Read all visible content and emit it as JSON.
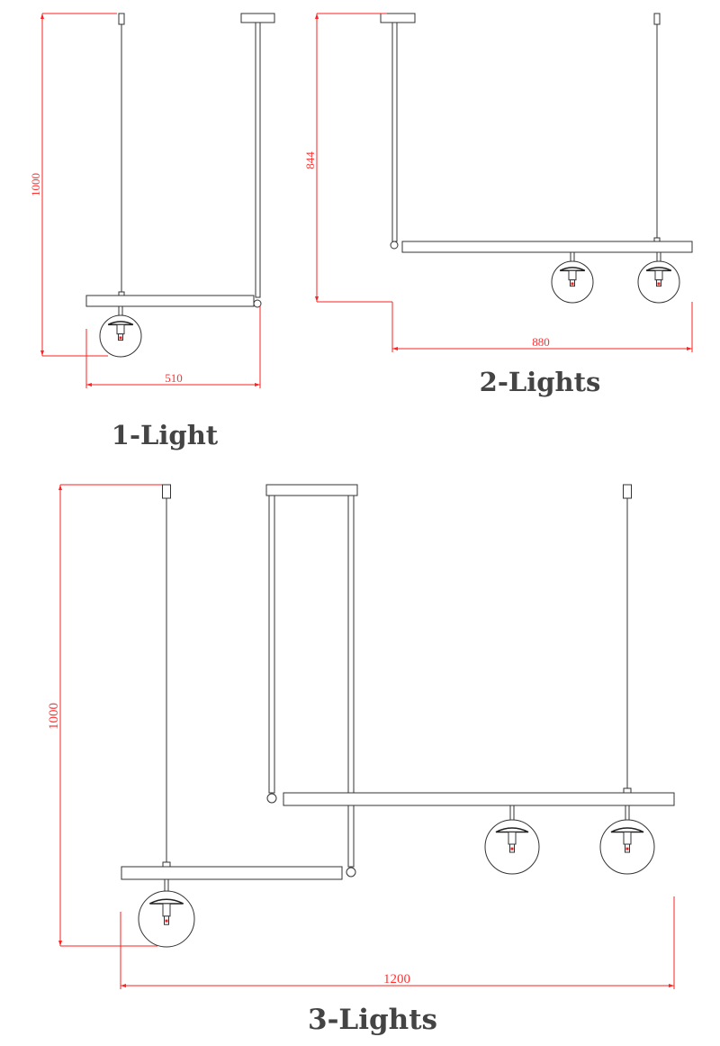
{
  "diagrams": [
    {
      "title": "1-Light",
      "height_label": "1000",
      "width_label": "510",
      "lights": 1
    },
    {
      "title": "2-Lights",
      "height_label": "844",
      "width_label": "880",
      "lights": 2
    },
    {
      "title": "3-Lights",
      "height_label": "1000",
      "width_label": "1200",
      "lights": 3
    }
  ],
  "colors": {
    "line": "#333333",
    "dimension": "#ff2222",
    "title": "#444444"
  }
}
